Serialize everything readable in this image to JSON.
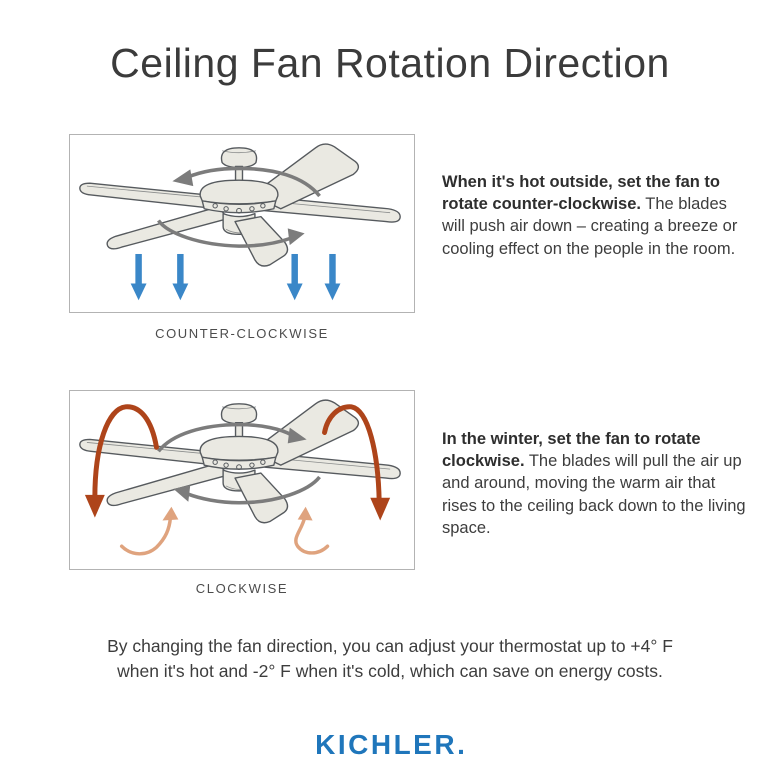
{
  "title": "Ceiling Fan Rotation Direction",
  "sections": {
    "cooling": {
      "caption": "COUNTER-CLOCKWISE",
      "lead": "When it's hot outside, set the fan to rotate counter-clockwise.",
      "body": " The blades will push air down – creating a breeze or cooling effect on the people in the room."
    },
    "heating": {
      "caption": "CLOCKWISE",
      "lead": "In the winter, set the fan to rotate clockwise.",
      "body": " The blades will pull the air up and around, moving the warm air that rises to the ceiling back down to the living space."
    }
  },
  "footer": {
    "line1": "By changing the fan direction, you can adjust your thermostat up to +4° F",
    "line2": "when it's hot and -2° F when it's cold, which can save on energy costs."
  },
  "brand": {
    "name": "KICHLER",
    "mark": "."
  },
  "icons": {
    "ceiling-fan": "five-blade ceiling fan line art",
    "rotation-ccw": "gray elliptical arrow, counter-clockwise",
    "rotation-cw": "gray elliptical arrow, clockwise",
    "airflow-down": "four blue arrows pointing down",
    "warm-air-circulation": "dark red over-arc arrows down, light orange arcs up"
  },
  "colors": {
    "title-text": "#3b3b3b",
    "body-text": "#3d3d3d",
    "caption-text": "#4c4c4c",
    "brand-blue": "#1f76bb",
    "arrow-blue": "#3a87c8",
    "arrow-dark-red": "#ae441a",
    "arrow-light-orange": "#dfa37e",
    "rotation-gray": "#7c7c7c",
    "fan-fill": "#eae9e2",
    "fan-stroke": "#565a5e",
    "box-border": "#b3b3b3"
  }
}
